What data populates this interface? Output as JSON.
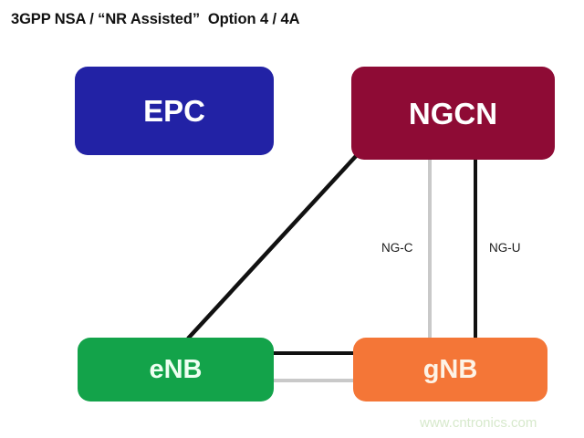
{
  "title": "3GPP NSA / “NR Assisted”  Option 4 / 4A",
  "nodes": [
    {
      "id": "epc",
      "label": "EPC",
      "color": "#2222a5"
    },
    {
      "id": "ngcn",
      "label": "NGCN",
      "color": "#8e0b35"
    },
    {
      "id": "enb",
      "label": "eNB",
      "color": "#13a34a"
    },
    {
      "id": "gnb",
      "label": "gNB",
      "color": "#f47637"
    }
  ],
  "edges": [
    {
      "id": "ngcn-enb",
      "from": "NGCN",
      "to": "eNB",
      "label": "",
      "color": "#111111",
      "style": "solid-black"
    },
    {
      "id": "ngcn-gnb-c",
      "from": "NGCN",
      "to": "gNB",
      "label": "NG-C",
      "color": "#c9c9c9",
      "style": "solid-gray"
    },
    {
      "id": "ngcn-gnb-u",
      "from": "NGCN",
      "to": "gNB",
      "label": "NG-U",
      "color": "#111111",
      "style": "solid-black"
    },
    {
      "id": "enb-gnb-1",
      "from": "eNB",
      "to": "gNB",
      "label": "",
      "color": "#111111",
      "style": "solid-black"
    },
    {
      "id": "enb-gnb-2",
      "from": "eNB",
      "to": "gNB",
      "label": "",
      "color": "#c9c9c9",
      "style": "solid-gray"
    }
  ],
  "edge_labels": {
    "ngc": "NG-C",
    "ngu": "NG-U"
  },
  "watermark": "www.cntronics.com",
  "colors": {
    "background": "#ffffff",
    "title": "#111111",
    "watermark": "#d7e9cc"
  }
}
